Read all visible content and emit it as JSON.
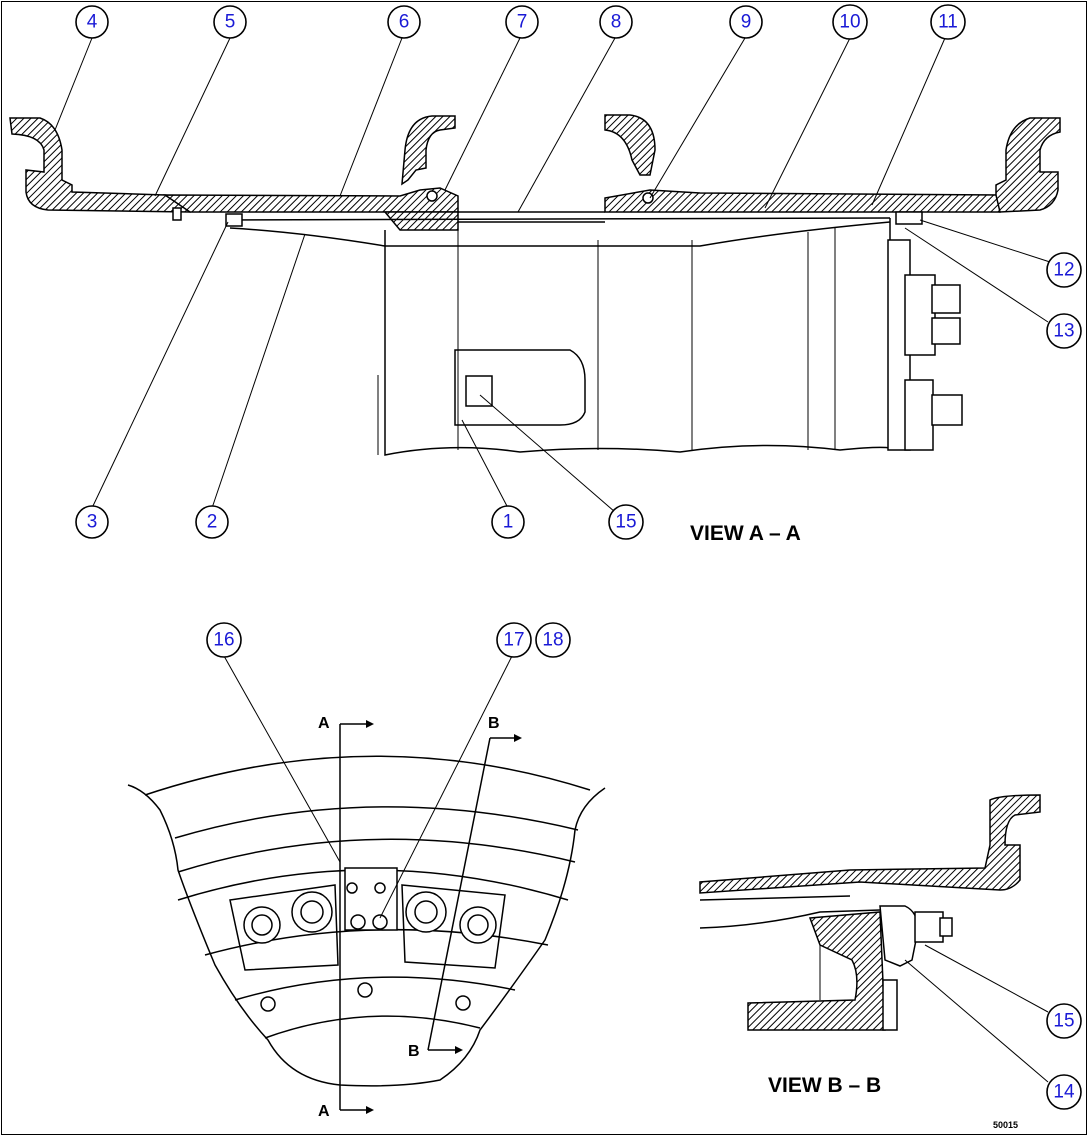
{
  "callouts": [
    {
      "n": "1"
    },
    {
      "n": "2"
    },
    {
      "n": "3"
    },
    {
      "n": "4"
    },
    {
      "n": "5"
    },
    {
      "n": "6"
    },
    {
      "n": "7"
    },
    {
      "n": "8"
    },
    {
      "n": "9"
    },
    {
      "n": "10"
    },
    {
      "n": "11"
    },
    {
      "n": "12"
    },
    {
      "n": "13"
    },
    {
      "n": "14"
    },
    {
      "n": "15"
    },
    {
      "n": "15"
    },
    {
      "n": "16"
    },
    {
      "n": "17"
    },
    {
      "n": "18"
    }
  ],
  "views": {
    "view_aa": "VIEW A – A",
    "view_bb": "VIEW B – B"
  },
  "section_marks": {
    "a_top": "A",
    "a_bottom": "A",
    "b_top": "B",
    "b_bottom": "B"
  },
  "figure_id": "50015",
  "colors": {
    "callout_text": "#1a1ad6",
    "line": "#000000"
  }
}
